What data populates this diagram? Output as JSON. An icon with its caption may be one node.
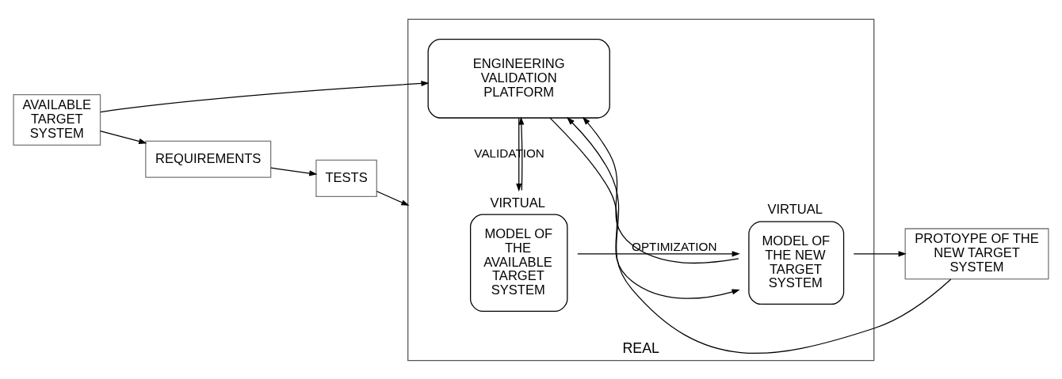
{
  "diagram": {
    "nodes": [
      {
        "text": [
          "REAL"
        ]
      },
      {
        "text": [
          "VIRTUAL",
          "MODEL OF THE AVAILABLE TARGET SYSTEM"
        ],
        "in": 0
      },
      {
        "text": [
          "VIRTUAL",
          "MODEL OF THE NEW TARGET SYSTEM"
        ],
        "in": 0
      },
      {
        "text": [
          "ENGINEERING VALIDATION PLATFORM"
        ],
        "in": 0
      },
      {
        "text": [
          "AVAILABLE TARGET SYSTEM"
        ]
      },
      {
        "text": [
          "REQUIREMENTS"
        ]
      },
      {
        "text": [
          "TESTS"
        ]
      },
      {
        "text": [
          "PROTOYPE OF THE NEW TARGET SYSTEM"
        ]
      }
    ],
    "edges": [
      {
        "from": 4,
        "to": 5,
        "arrow": "to"
      },
      {
        "from": 5,
        "to": 6,
        "arrow": "to"
      },
      {
        "from": 6,
        "to": 0,
        "arrow": "to"
      },
      {
        "from": 4,
        "to": 3,
        "arrow": "to"
      },
      {
        "from": 1,
        "to": 2,
        "arrow": "to",
        "label": "OPTIMIZATION"
      },
      {
        "from": 2,
        "to": 7,
        "arrow": "to"
      },
      {
        "from": 7,
        "to": 3,
        "arrow": "to"
      },
      {
        "from": 1,
        "to": 3,
        "arrow": "to"
      },
      {
        "from": 2,
        "to": 3,
        "arrow": "to"
      },
      {
        "from": 3,
        "to": 1,
        "arrow": "to",
        "label": "VALIDATION"
      },
      {
        "from": 3,
        "to": 2,
        "arrow": "to"
      }
    ]
  }
}
